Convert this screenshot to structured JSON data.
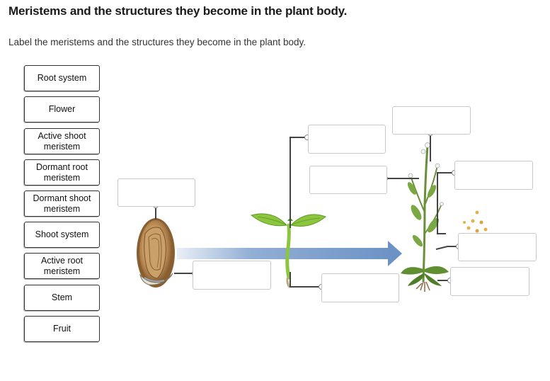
{
  "question": {
    "title": "Meristems and the structures they become in the plant body.",
    "instructions": "Label the meristems and the structures they become in the plant body."
  },
  "label_bank": [
    {
      "text": "Root system"
    },
    {
      "text": "Flower"
    },
    {
      "text": "Active shoot\nmeristem"
    },
    {
      "text": "Dormant root\nmeristem"
    },
    {
      "text": "Dormant shoot\nmeristem"
    },
    {
      "text": "Shoot system"
    },
    {
      "text": "Active root\nmeristem"
    },
    {
      "text": "Stem"
    },
    {
      "text": "Fruit"
    }
  ],
  "drop_targets": [
    {
      "name": "seed-top-target",
      "value": ""
    },
    {
      "name": "seed-bottom-target",
      "value": ""
    },
    {
      "name": "seedling-shoot-tip-target",
      "value": ""
    },
    {
      "name": "seedling-root-tip-target",
      "value": ""
    },
    {
      "name": "plant-top-flower-target",
      "value": ""
    },
    {
      "name": "plant-upper-left-target",
      "value": ""
    },
    {
      "name": "plant-upper-right-target",
      "value": ""
    },
    {
      "name": "plant-middle-right-target",
      "value": ""
    },
    {
      "name": "plant-root-right-target",
      "value": ""
    }
  ],
  "colors": {
    "arrow": "#6d93c6",
    "leader_line": "#444444",
    "seedling_green": "#8cc63f",
    "seed_brown": "#a87a45"
  }
}
